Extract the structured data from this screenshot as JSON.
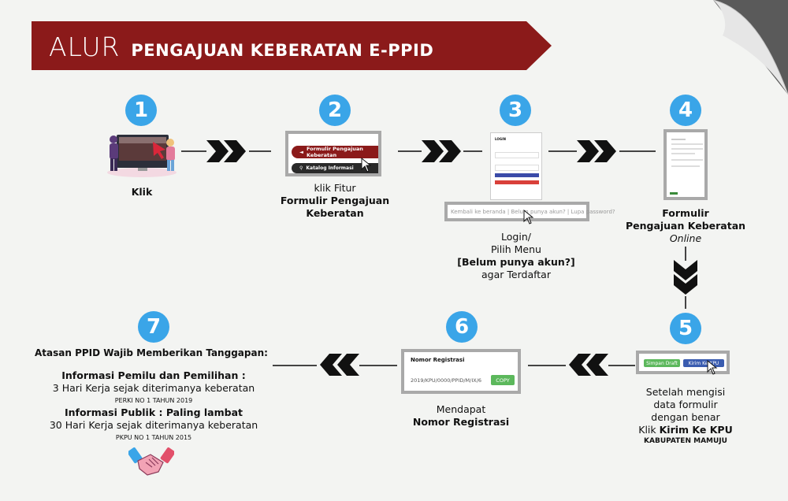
{
  "header": {
    "alur": "ALUR",
    "title": "PENGAJUAN KEBERATAN E-PPID"
  },
  "colors": {
    "banner": "#8b1a1a",
    "step_circle": "#3aa5e8",
    "arrow": "#111111",
    "background": "#f3f4f2"
  },
  "steps": {
    "s1": {
      "num": "1",
      "caption": "Klik"
    },
    "s2": {
      "num": "2",
      "line1": "klik Fitur",
      "line2": "Formulir Pengajuan",
      "line3": "Keberatan",
      "menu1": "Formulir Pengajuan Keberatan",
      "menu2": "Katalog Informasi"
    },
    "s3": {
      "num": "3",
      "line1": "Login/",
      "line2": "Pilih Menu",
      "line3": "[Belum punya akun?]",
      "line4": "agar Terdaftar",
      "login_title": "LOGIN",
      "links": "Kembali ke beranda | Belum punya akun? | Lupa password?"
    },
    "s4": {
      "num": "4",
      "line1": "Formulir",
      "line2": "Pengajuan Keberatan",
      "line3": "Online"
    },
    "s5": {
      "num": "5",
      "line1": "Setelah mengisi",
      "line2": "data formulir",
      "line3": "dengan benar",
      "line4_pre": "Klik ",
      "line4_bold": "Kirim Ke KPU",
      "line5": "KABUPATEN MAMUJU",
      "btn_draft": "Simpan Draft",
      "btn_send": "Kirim Ke KPU"
    },
    "s6": {
      "num": "6",
      "line1": "Mendapat",
      "line2": "Nomor Registrasi",
      "box_title": "Nomor Registrasi",
      "reg_value": "2019/KPU/0000/PPID/M/IX/6",
      "copy": "COPY"
    },
    "s7": {
      "num": "7",
      "heading": "Atasan PPID Wajib Memberikan Tanggapan:",
      "p1_l1": "Informasi Pemilu dan Pemilihan :",
      "p1_l2": "3 Hari Kerja sejak diterimanya keberatan",
      "p1_ref": "PERKI NO 1 TAHUN 2019",
      "p2_l1": "Informasi Publik : Paling lambat",
      "p2_l2": "30 Hari Kerja sejak diterimanya keberatan",
      "p2_ref": "PKPU NO 1 TAHUN 2015"
    }
  },
  "icons": [
    "people-at-screen-icon",
    "cursor-icon",
    "double-chevron-right-icon",
    "double-chevron-down-icon",
    "double-chevron-left-icon",
    "handshake-icon",
    "page-curl-icon"
  ]
}
